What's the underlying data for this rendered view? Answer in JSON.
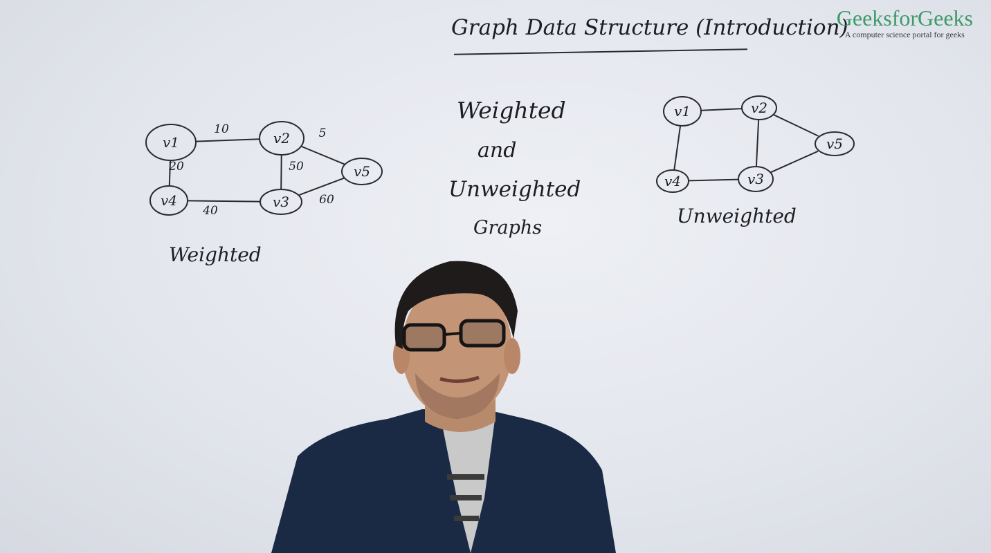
{
  "title": "Graph Data Structure (Introduction)",
  "brand": {
    "name": "GeeksforGeeks",
    "tagline": "A computer science portal for geeks",
    "color": "#3f9a6a"
  },
  "center_text": [
    "Weighted",
    "and",
    "Unweighted",
    "Graphs"
  ],
  "weighted_graph": {
    "caption": "Weighted",
    "nodes": [
      "v1",
      "v2",
      "v3",
      "v4",
      "v5"
    ],
    "edges": [
      {
        "from": "v1",
        "to": "v2",
        "weight": "10"
      },
      {
        "from": "v1",
        "to": "v4",
        "weight": "20"
      },
      {
        "from": "v2",
        "to": "v5",
        "weight": "5"
      },
      {
        "from": "v2",
        "to": "v3",
        "weight": "50"
      },
      {
        "from": "v4",
        "to": "v3",
        "weight": "40"
      },
      {
        "from": "v3",
        "to": "v5",
        "weight": "60"
      }
    ]
  },
  "unweighted_graph": {
    "caption": "Unweighted",
    "nodes": [
      "v1",
      "v2",
      "v3",
      "v4",
      "v5"
    ],
    "edges": [
      {
        "from": "v1",
        "to": "v2"
      },
      {
        "from": "v1",
        "to": "v4"
      },
      {
        "from": "v2",
        "to": "v5"
      },
      {
        "from": "v2",
        "to": "v3"
      },
      {
        "from": "v4",
        "to": "v3"
      },
      {
        "from": "v3",
        "to": "v5"
      }
    ]
  }
}
